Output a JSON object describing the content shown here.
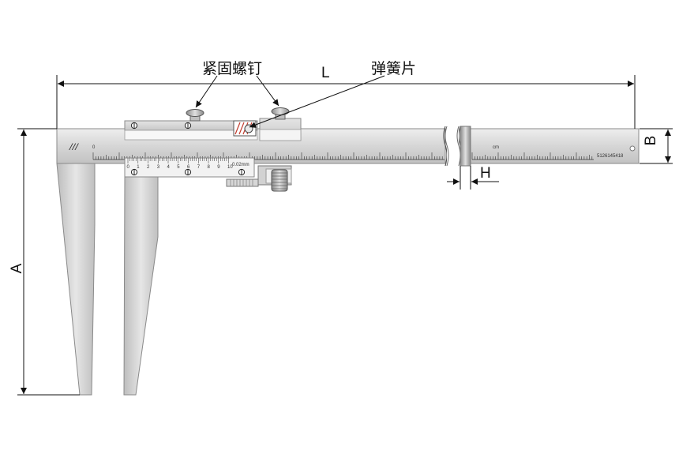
{
  "labels": {
    "clamp_screw": "紧固螺钉",
    "spring_leaf": "弹簧片",
    "dim_L": "L",
    "dim_A": "A",
    "dim_B": "B",
    "dim_H": "H"
  },
  "scale": {
    "logo": "///",
    "zero_label": "0",
    "unit_label": "cm",
    "serial_number": "5126145418"
  },
  "vernier": {
    "digits": [
      "0",
      "1",
      "2",
      "3",
      "4",
      "5",
      "6",
      "7",
      "8",
      "9",
      "10"
    ],
    "resolution": "0.02mm"
  },
  "colors": {
    "steel_light": "#dcdcdc",
    "steel_mid": "#c4c4c4",
    "steel_dark": "#9c9c9c",
    "outline": "#7a7a7a",
    "accent_red": "#c0392b"
  }
}
